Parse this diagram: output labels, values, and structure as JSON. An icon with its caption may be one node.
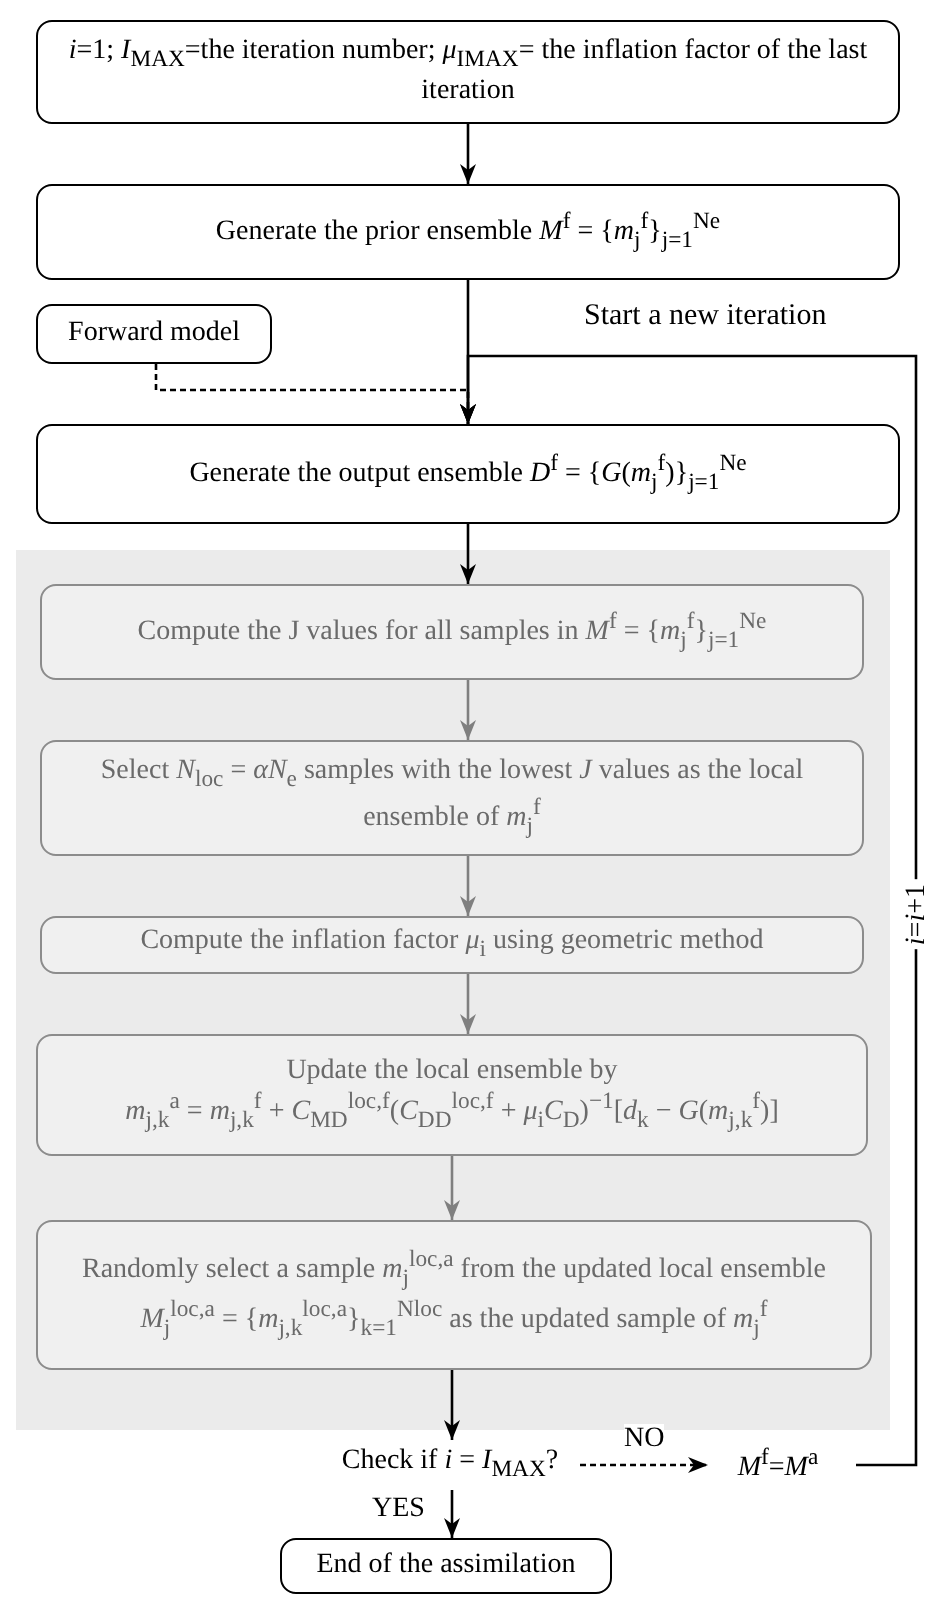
{
  "diagram": {
    "nodes": [
      {
        "text": [
          "*i*=1; *I*$_{MAX}$=the iteration number; *μ*$_{IMAX}$= the inflation factor of the last iteration"
        ]
      },
      {
        "text": [
          "Generate the prior ensemble *M*$^{f}$ = {*m*$_{j}$$^{f}$}$_{j=1}$$^{Ne}$"
        ]
      },
      {
        "text": [
          "Forward model"
        ]
      },
      {
        "text": [
          "Generate the output ensemble *D*$^{f}$ = {*G*(*m*$_{j}$$^{f}$)}$_{j=1}$$^{Ne}$"
        ]
      },
      {
        "text": [],
        "shape": "box"
      },
      {
        "text": [
          "Compute the J values for all samples in *M*$^{f}$ = {*m*$_{j}$$^{f}$}$_{j=1}$$^{Ne}$"
        ],
        "in": 4
      },
      {
        "text": [
          "Select *N*$_{loc}$ = *αN*$_{e}$ samples with the lowest *J* values as the local ensemble of *m*$_{j}$$^{f}$"
        ],
        "in": 4
      },
      {
        "text": [
          "Compute the inflation factor *μ*$_{i}$ using geometric method"
        ],
        "in": 4
      },
      {
        "text": [
          "Update the local ensemble by",
          "*m*$_{j,k}$$^{a}$ = *m*$_{j,k}$$^{f}$ + *C*$_{MD}$$^{loc,f}$(*C*$_{DD}$$^{loc,f}$ + *μ*$_{i}$*C*$_{D}$)$^{−1}$[*d*$_{k}$ − *G*(*m*$_{j,k}$$^{f}$)]"
        ],
        "in": 4
      },
      {
        "text": [
          "Randomly select a sample *m*$_{j}$$^{loc,a}$ from the updated local ensemble *M*$_{j}$$^{loc,a}$ = {*m*$_{j,k}$$^{loc,a}$}$_{k=1}$$^{Nloc}$ as the updated sample of *m*$_{j}$$^{f}$"
        ],
        "in": 4
      },
      {
        "text": [
          "Check if *i* = *I*$_{MAX}$?"
        ]
      },
      {
        "text": [
          "*M*$^{f}$=*M*$^{a}$"
        ]
      },
      {
        "text": [
          "End of the assimilation"
        ]
      }
    ],
    "edges": [
      {
        "from": 0,
        "to": 1,
        "arrow": "to"
      },
      {
        "from": 1,
        "to": 3,
        "arrow": "to"
      },
      {
        "from": 2,
        "to": 3,
        "arrow": "to",
        "style": "dashed"
      },
      {
        "from": 3,
        "to": 5,
        "arrow": "to"
      },
      {
        "from": 5,
        "to": 6,
        "arrow": "to",
        "color": "#7f7f7f"
      },
      {
        "from": 6,
        "to": 7,
        "arrow": "to",
        "color": "#7f7f7f"
      },
      {
        "from": 7,
        "to": 8,
        "arrow": "to",
        "color": "#7f7f7f"
      },
      {
        "from": 8,
        "to": 9,
        "arrow": "to",
        "color": "#7f7f7f"
      },
      {
        "from": 9,
        "to": 10,
        "arrow": "to"
      },
      {
        "from": 10,
        "to": 11,
        "arrow": "to",
        "style": "dashed",
        "label": "NO"
      },
      {
        "from": 11,
        "to": 3,
        "arrow": "to",
        "label": "*i*=*i*+1"
      },
      {
        "from": 10,
        "to": 12,
        "arrow": "to",
        "label": "YES"
      }
    ],
    "labels": [
      "Start a new iteration"
    ]
  }
}
